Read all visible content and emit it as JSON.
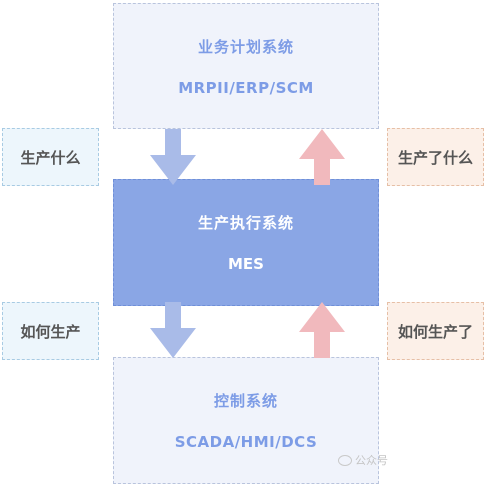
{
  "layers": {
    "planning": {
      "title": "业务计划系统",
      "subtitle": "MRPII/ERP/SCM"
    },
    "execution": {
      "title": "生产执行系统",
      "subtitle": "MES"
    },
    "control": {
      "title": "控制系统",
      "subtitle": "SCADA/HMI/DCS"
    }
  },
  "labels": {
    "what_to_produce": "生产什么",
    "how_to_produce": "如何生产",
    "what_was_produced": "生产了什么",
    "how_was_produced": "如何生产了"
  },
  "colors": {
    "down_arrow": "#a9bbe8",
    "up_arrow": "#f1b9bd",
    "mes_fill": "#8aa6e5",
    "layer_fill": "#f0f3fb",
    "layer_text": "#7d9ce6",
    "left_label_fill": "#edf6fc",
    "right_label_fill": "#fcf0e8"
  },
  "watermark": {
    "text": "公众号"
  }
}
